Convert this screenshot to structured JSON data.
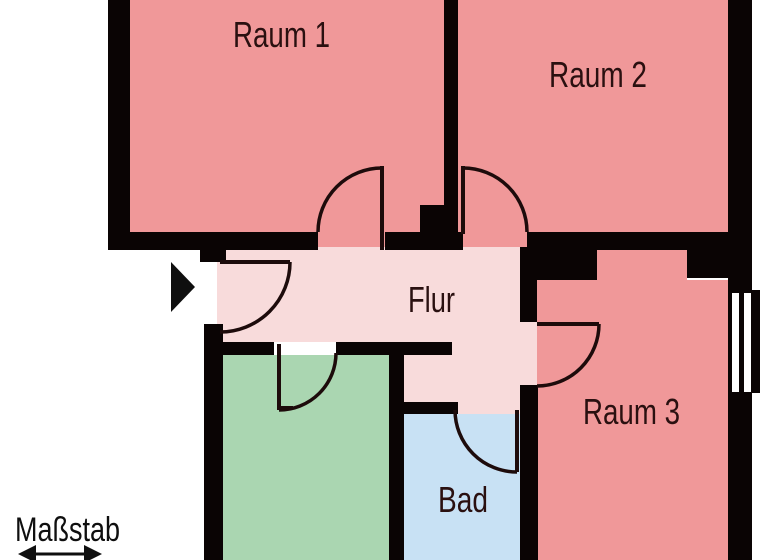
{
  "floorplan": {
    "rooms": {
      "raum1": {
        "label": "Raum 1"
      },
      "raum2": {
        "label": "Raum 2"
      },
      "raum3": {
        "label": "Raum 3"
      },
      "flur": {
        "label": "Flur"
      },
      "bad": {
        "label": "Bad"
      },
      "green_room": {
        "label": ""
      }
    },
    "scale": {
      "label": "Maßstab"
    },
    "icons": {
      "entrance_arrow": "right-pointing-triangle",
      "scale_arrow": "double-headed-horizontal-arrow",
      "window": "double-line-window-symbol"
    },
    "colors": {
      "wall": "#0a0404",
      "door_stroke": "#1d0b0b",
      "room_fill": "#f09899",
      "hall_fill": "#f8dbdb",
      "green_fill": "#aad6b1",
      "bath_fill": "#c8e1f4",
      "label_text": "#2a1010",
      "scale_text": "#0f0f0f",
      "background": "#ffffff"
    }
  }
}
